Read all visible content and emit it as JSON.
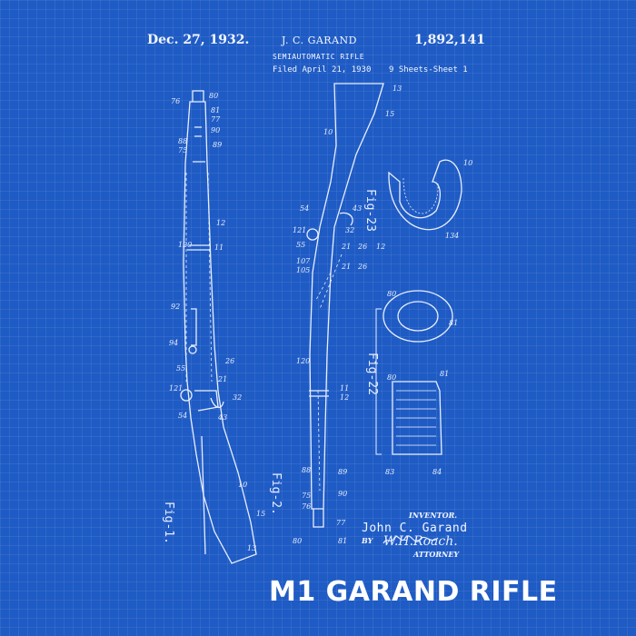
{
  "header": {
    "date": "Dec. 27, 1932.",
    "inventor": "J. C. GARAND",
    "patent_number": "1,892,141",
    "title": "SEMIAUTOMATIC RIFLE",
    "filed": "Filed April 21, 1930",
    "sheets": "9 Sheets-Sheet 1"
  },
  "figures": {
    "fig1": "Fig-1.",
    "fig2": "Fig-2.",
    "fig22": "Fig-22",
    "fig23": "Fig-23"
  },
  "signature": {
    "inventor_label": "INVENTOR.",
    "inventor_name": "John C. Garand",
    "by_label": "BY",
    "attorney_signature": "W.H.Roach.",
    "attorney_label": "ATTORNEY"
  },
  "poster_title": "M1 GARAND RIFLE",
  "colors": {
    "background": "#1f5bc4",
    "ink": "#e8efff"
  }
}
